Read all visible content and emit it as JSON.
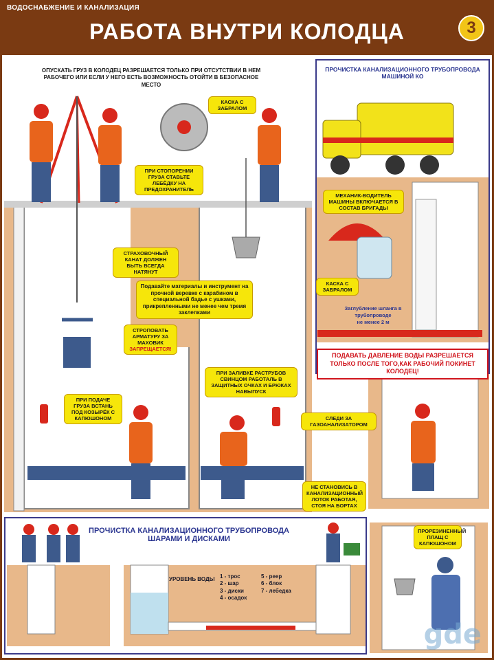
{
  "header": {
    "section": "ВОДОСНАБЖЕНИЕ И КАНАЛИЗАЦИЯ",
    "title": "РАБОТА ВНУТРИ КОЛОДЦА",
    "page_number": "3"
  },
  "top_note": "ОПУСКАТЬ ГРУЗ В КОЛОДЕЦ РАЗРЕШАЕТСЯ ТОЛЬКО ПРИ ОТСУТСТВИИ В НЕМ РАБОЧЕГО ИЛИ ЕСЛИ У НЕГО ЕСТЬ ВОЗМОЖНОСТЬ ОТОЙТИ В БЕЗОПАСНОЕ МЕСТО",
  "captions": {
    "helmet": "КАСКА С ЗАБРАЛОМ",
    "winch": "ПРИ СТОПОРЕНИИ ГРУЗА СТАВЬТЕ ЛЕБЁДКУ НА ПРЕДОХРАНИТЕЛЬ",
    "rope": "СТРАХОВОЧНЫЙ КАНАТ ДОЛЖЕН БЫТЬ ВСЕГДА НАТЯНУТ",
    "materials": "Подавайте материалы и инструмент на прочной веревке с карабином в специальной бадье с ушками, прикрепленными не менее чем тремя заклепками",
    "valve_a": "СТРОПОВАТЬ АРМАТУРУ ЗА МАХОВИК",
    "valve_b": "ЗАПРЕЩАЕТСЯ!",
    "cargo": "ПРИ ПОДАЧЕ ГРУЗА ВСТАНЬ ПОД КОЗЫРЁК С КАПЮШОНОМ",
    "lead": "ПРИ ЗАЛИВКЕ РАСТРУБОВ СВИНЦОМ РАБОТАЛЬ В ЗАЩИТНЫХ ОЧКАХ И БРЮКАХ НАВЫПУСК",
    "gas": "СЛЕДИ ЗА ГАЗОАНАЛИЗАТОРОМ",
    "tray": "НЕ СТАНОВИСЬ В КАНАЛИЗАЦИОННЫЙ ЛОТОК РАБОТАЯ, СТОЯ НА БОРТАХ",
    "driver": "МЕХАНИК-ВОДИТЕЛЬ МАШИНЫ ВКЛЮЧАЕТСЯ В СОСТАВ БРИГАДЫ",
    "helmet2": "КАСКА С ЗАБРАЛОМ",
    "raincoat": "ПРОРЕЗИНЕННЫЙ ПЛАЩ С КАПЮШОНОМ"
  },
  "machine_panel": {
    "title": "ПРОЧИСТКА КАНАЛИЗАЦИОННОГО ТРУБОПРОВОДА МАШИНОЙ КО",
    "depth_a": "Заглубление шланга в трубопроводе",
    "depth_b": "не менее 2 м"
  },
  "warning": "ПОДАВАТЬ ДАВЛЕНИЕ ВОДЫ РАЗРЕШАЕТСЯ ТОЛЬКО ПОСЛЕ ТОГО,КАК РАБОЧИЙ ПОКИНЕТ КОЛОДЕЦ!",
  "bottom_panel": {
    "title_a": "ПРОЧИСТКА КАНАЛИЗАЦИОННОГО ТРУБОПРОВОДА",
    "title_b": "ШАРАМИ И ДИСКАМИ",
    "water_level": "УРОВЕНЬ ВОДЫ",
    "legend_left": [
      "1 - трос",
      "2 - шар",
      "3 - диски",
      "4 - осадок"
    ],
    "legend_right": [
      "5 - реер",
      "6 - блок",
      "7 - лебедка"
    ]
  },
  "watermark": "gde",
  "colors": {
    "brown": "#7a3a12",
    "caption_yellow": "#f6e60a",
    "warning_red": "#d0141c",
    "panel_blue": "#2a3590",
    "worker_orange": "#e8641c",
    "helmet_red": "#d8281c",
    "pipe_blue": "#3d5a8c"
  }
}
